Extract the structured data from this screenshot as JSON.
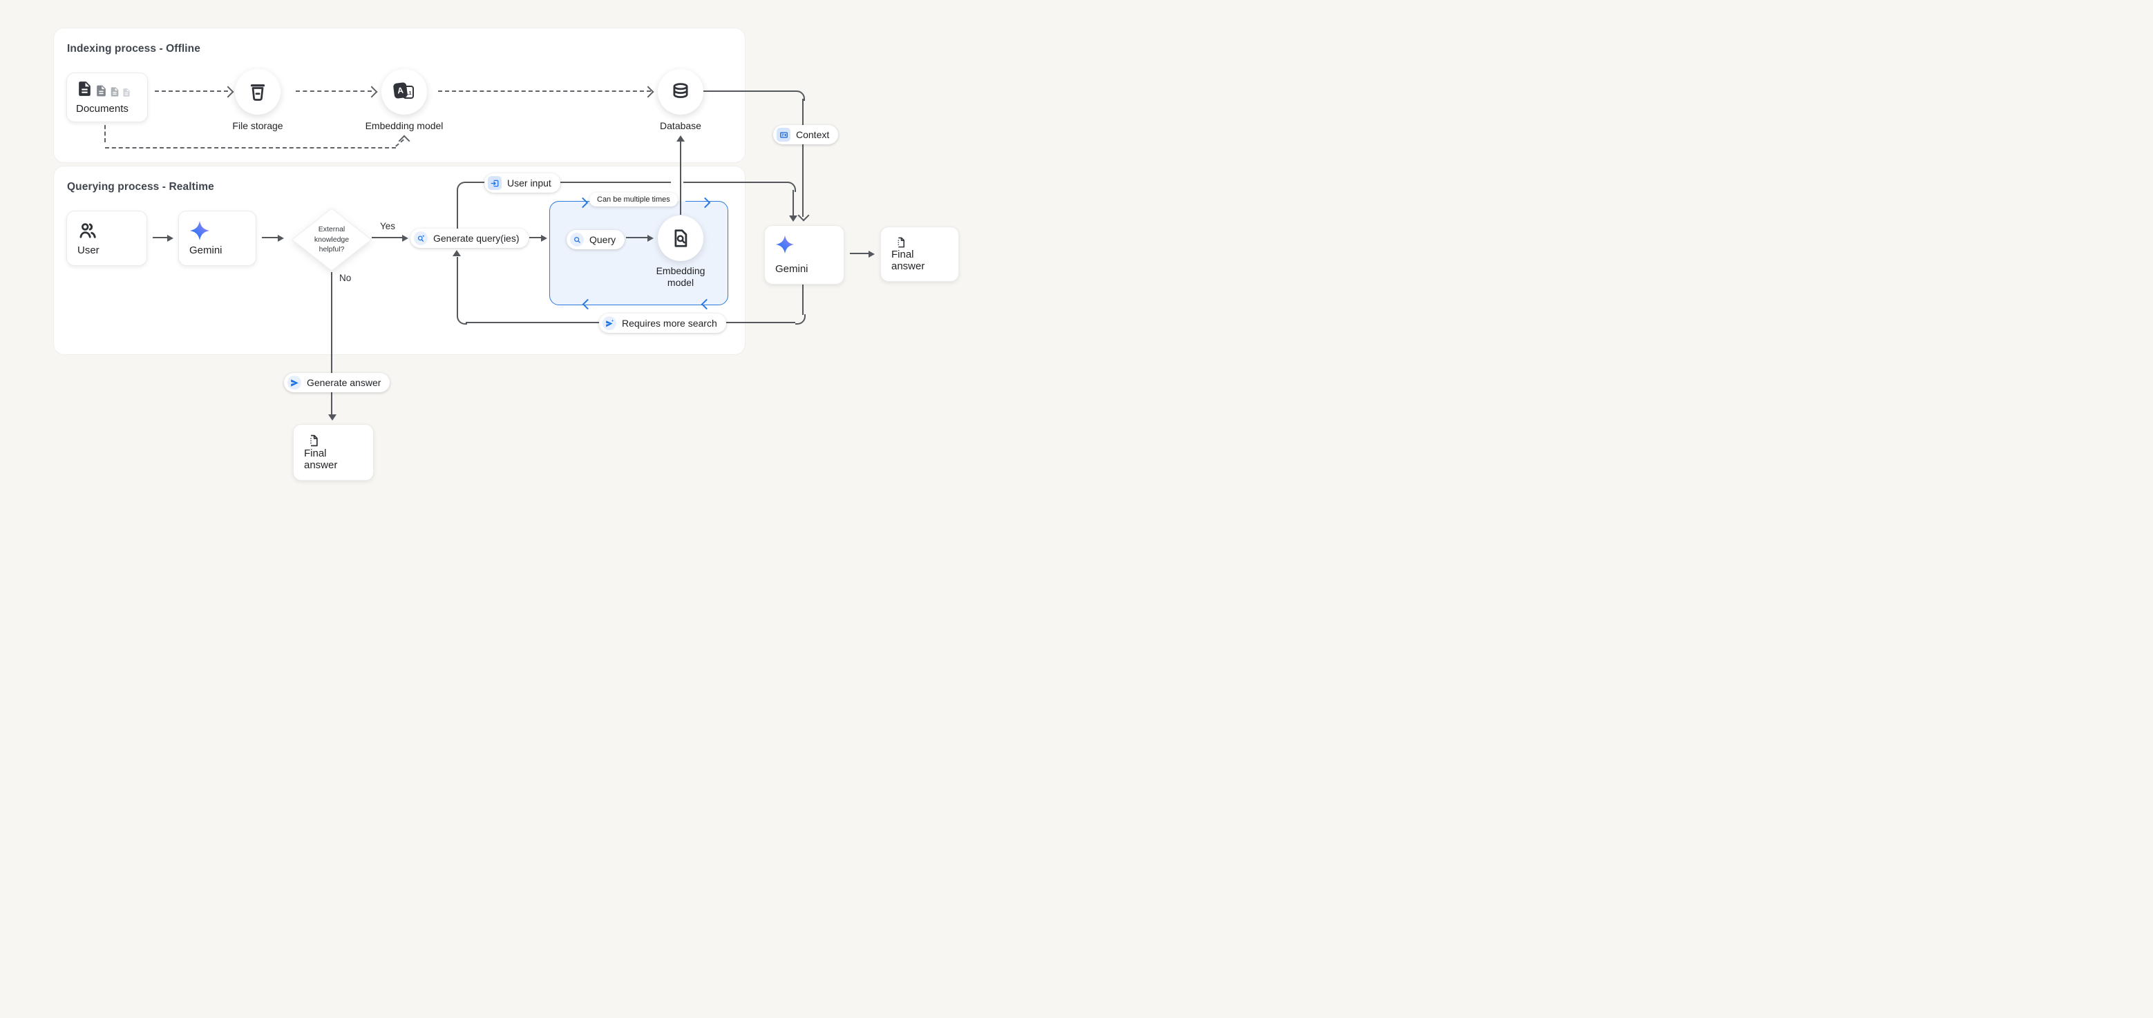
{
  "panels": {
    "indexing": {
      "title": "Indexing process - Offline"
    },
    "querying": {
      "title": "Querying process - Realtime"
    }
  },
  "nodes": {
    "documents": {
      "label": "Documents",
      "icon": "documents-stack-icon"
    },
    "file_storage": {
      "label": "File storage",
      "icon": "storage-bucket-icon"
    },
    "embedding_offline": {
      "label": "Embedding model",
      "icon": "character-embedding-icon"
    },
    "database": {
      "label": "Database",
      "icon": "database-icon"
    },
    "user": {
      "label": "User",
      "icon": "people-icon"
    },
    "gemini_left": {
      "label": "Gemini",
      "icon": "gemini-star-icon"
    },
    "decision": {
      "lines": [
        "External",
        "knowledge",
        "helpful?"
      ]
    },
    "generate_queries": {
      "label": "Generate query(ies)",
      "icon": "search-sparkle-icon"
    },
    "query": {
      "label": "Query",
      "icon": "search-icon"
    },
    "embedding_online": {
      "lines": [
        "Embedding",
        "model"
      ],
      "icon": "document-search-icon"
    },
    "gemini_right": {
      "label": "Gemini",
      "icon": "gemini-star-icon"
    },
    "final_answer_right": {
      "label": "Final answer",
      "icon": "document-icon"
    },
    "generate_answer": {
      "label": "Generate answer",
      "icon": "send-icon"
    },
    "final_answer_bottom": {
      "label": "Final answer",
      "icon": "document-icon"
    }
  },
  "edge_labels": {
    "yes": "Yes",
    "no": "No",
    "context": "Context",
    "user_input": "User input",
    "can_be_multiple_times": "Can be multiple times",
    "requires_more_search": "Requires more search"
  },
  "colors": {
    "background": "#f7f6f3",
    "panel": "#ffffff",
    "line": "#54585c",
    "accent_blue": "#1a73e8",
    "loop_fill": "#edf3fc",
    "loop_border": "#2979e0",
    "gemini_gradient": [
      "#0d6bf0",
      "#5e7df6",
      "#a87ff3"
    ]
  }
}
